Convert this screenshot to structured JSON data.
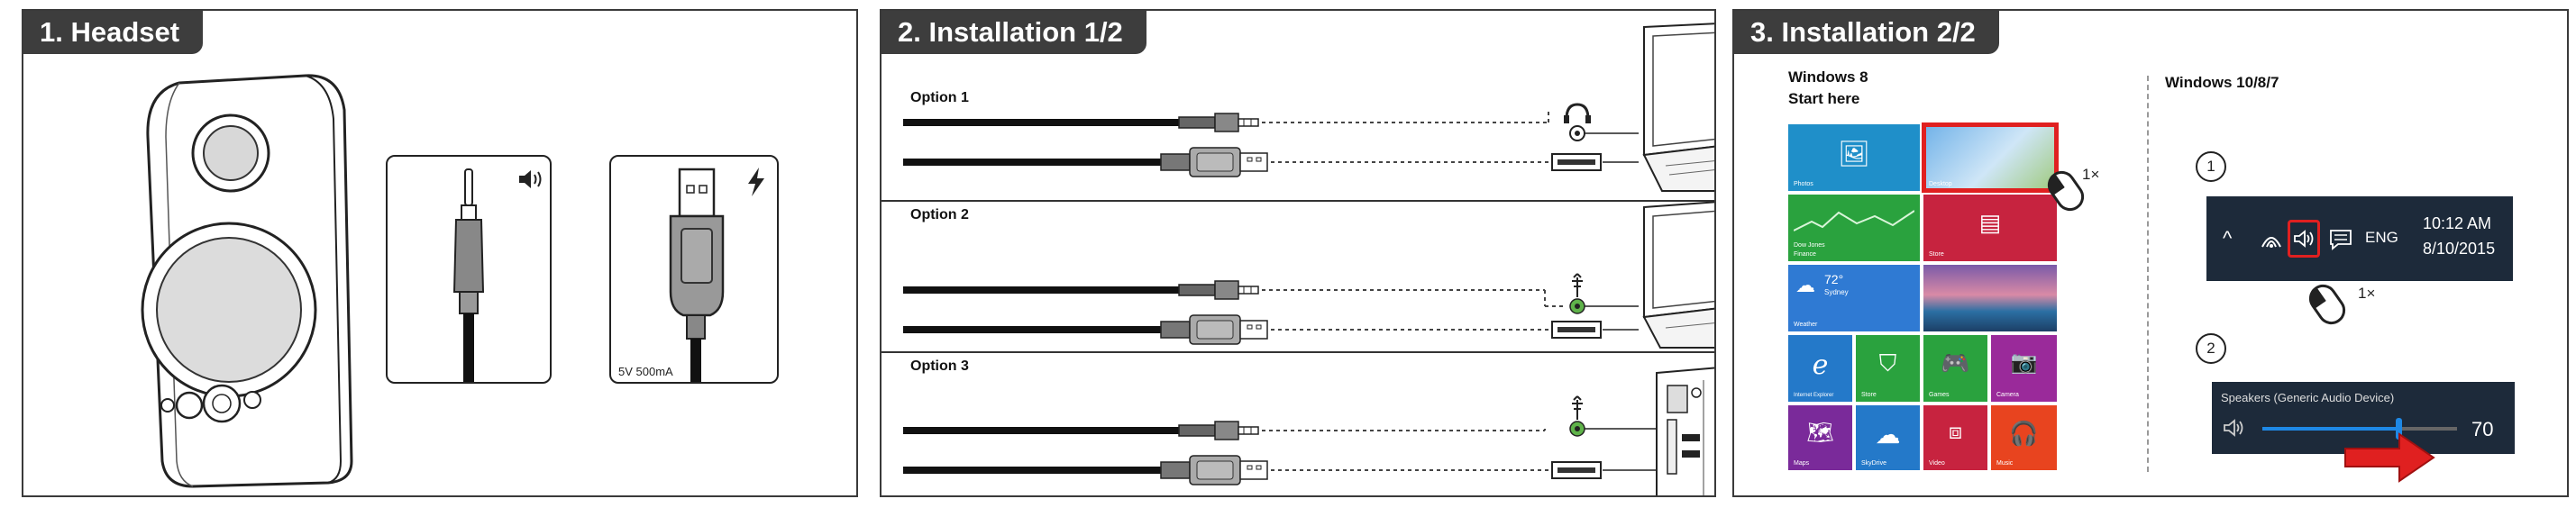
{
  "panel1": {
    "title": "1. Headset",
    "usb_spec": "5V 500mA",
    "icons": [
      "speaker-icon",
      "lightning-icon"
    ]
  },
  "panel2": {
    "title": "2. Installation 1/2",
    "options": [
      "Option 1",
      "Option 2",
      "Option 3"
    ]
  },
  "panel3": {
    "title": "3. Installation 2/2",
    "win8_heading_line1": "Windows 8",
    "win8_heading_line2": "Start here",
    "win10_heading": "Windows 10/8/7",
    "click_count_1": "1×",
    "click_count_2": "1×",
    "step1": "1",
    "step2": "2",
    "tiles": {
      "photos": "Photos",
      "desktop": "Desktop",
      "finance": "Finance",
      "store": "Store",
      "weather": "Weather",
      "ie": "Internet Explorer",
      "xbox_store": "Store",
      "games": "Games",
      "camera": "Camera",
      "maps": "Maps",
      "skydrive": "SkyDrive",
      "video": "Video",
      "music": "Music",
      "weather_temp": "72°",
      "weather_city": "Sydney",
      "finance_sub": "Dow Jones"
    },
    "taskbar": {
      "lang": "ENG",
      "time": "10:12 AM",
      "date": "8/10/2015"
    },
    "volume": {
      "device": "Speakers (Generic Audio Device)",
      "level": 70
    },
    "colors": {
      "highlight": "#e02020",
      "taskbar_bg": "#1d2a3a"
    }
  }
}
